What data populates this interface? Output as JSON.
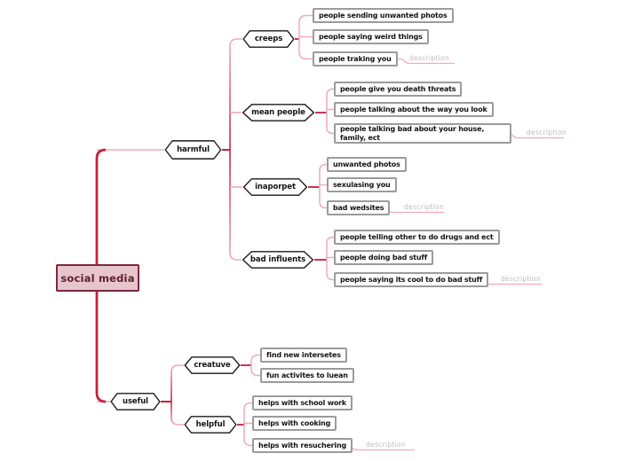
{
  "mindmap": {
    "root": {
      "label": "social media"
    },
    "branches": [
      {
        "label": "harmful",
        "topics": [
          {
            "label": "creeps",
            "items": [
              {
                "label": "people sending unwanted photos"
              },
              {
                "label": "people saying weird things"
              },
              {
                "label": "people traking you",
                "note": "description"
              }
            ]
          },
          {
            "label": "mean people",
            "items": [
              {
                "label": "people give you death threats"
              },
              {
                "label": "people talking about the way you look"
              },
              {
                "label": "people talking bad about your house,\nfamily, ect",
                "note": "description"
              }
            ]
          },
          {
            "label": "inaporpet",
            "items": [
              {
                "label": "unwanted photos"
              },
              {
                "label": "sexulasing you"
              },
              {
                "label": "bad wedsites",
                "note": "description"
              }
            ]
          },
          {
            "label": "bad influents",
            "items": [
              {
                "label": "people telling other to do drugs and ect"
              },
              {
                "label": "people doing bad stuff"
              },
              {
                "label": "people saying its cool to do bad stuff",
                "note": "description"
              }
            ]
          }
        ]
      },
      {
        "label": "useful",
        "topics": [
          {
            "label": "creatuve",
            "items": [
              {
                "label": "find new intersetes"
              },
              {
                "label": "fun activites to luean"
              }
            ]
          },
          {
            "label": "helpful",
            "items": [
              {
                "label": "helps with school work"
              },
              {
                "label": "helps with cooking"
              },
              {
                "label": "helps with resuchering",
                "note": "description"
              }
            ]
          }
        ]
      }
    ]
  },
  "colors": {
    "trunk": "#c5203f",
    "branch": "#f3a9ba",
    "root_fill": "#e7c5cd",
    "root_border": "#7b2740",
    "root_text": "#5e1f2f",
    "hex_border": "#1a1a1a",
    "leaf_border": "#9b9b9b",
    "note_text": "#bcbcbc"
  }
}
